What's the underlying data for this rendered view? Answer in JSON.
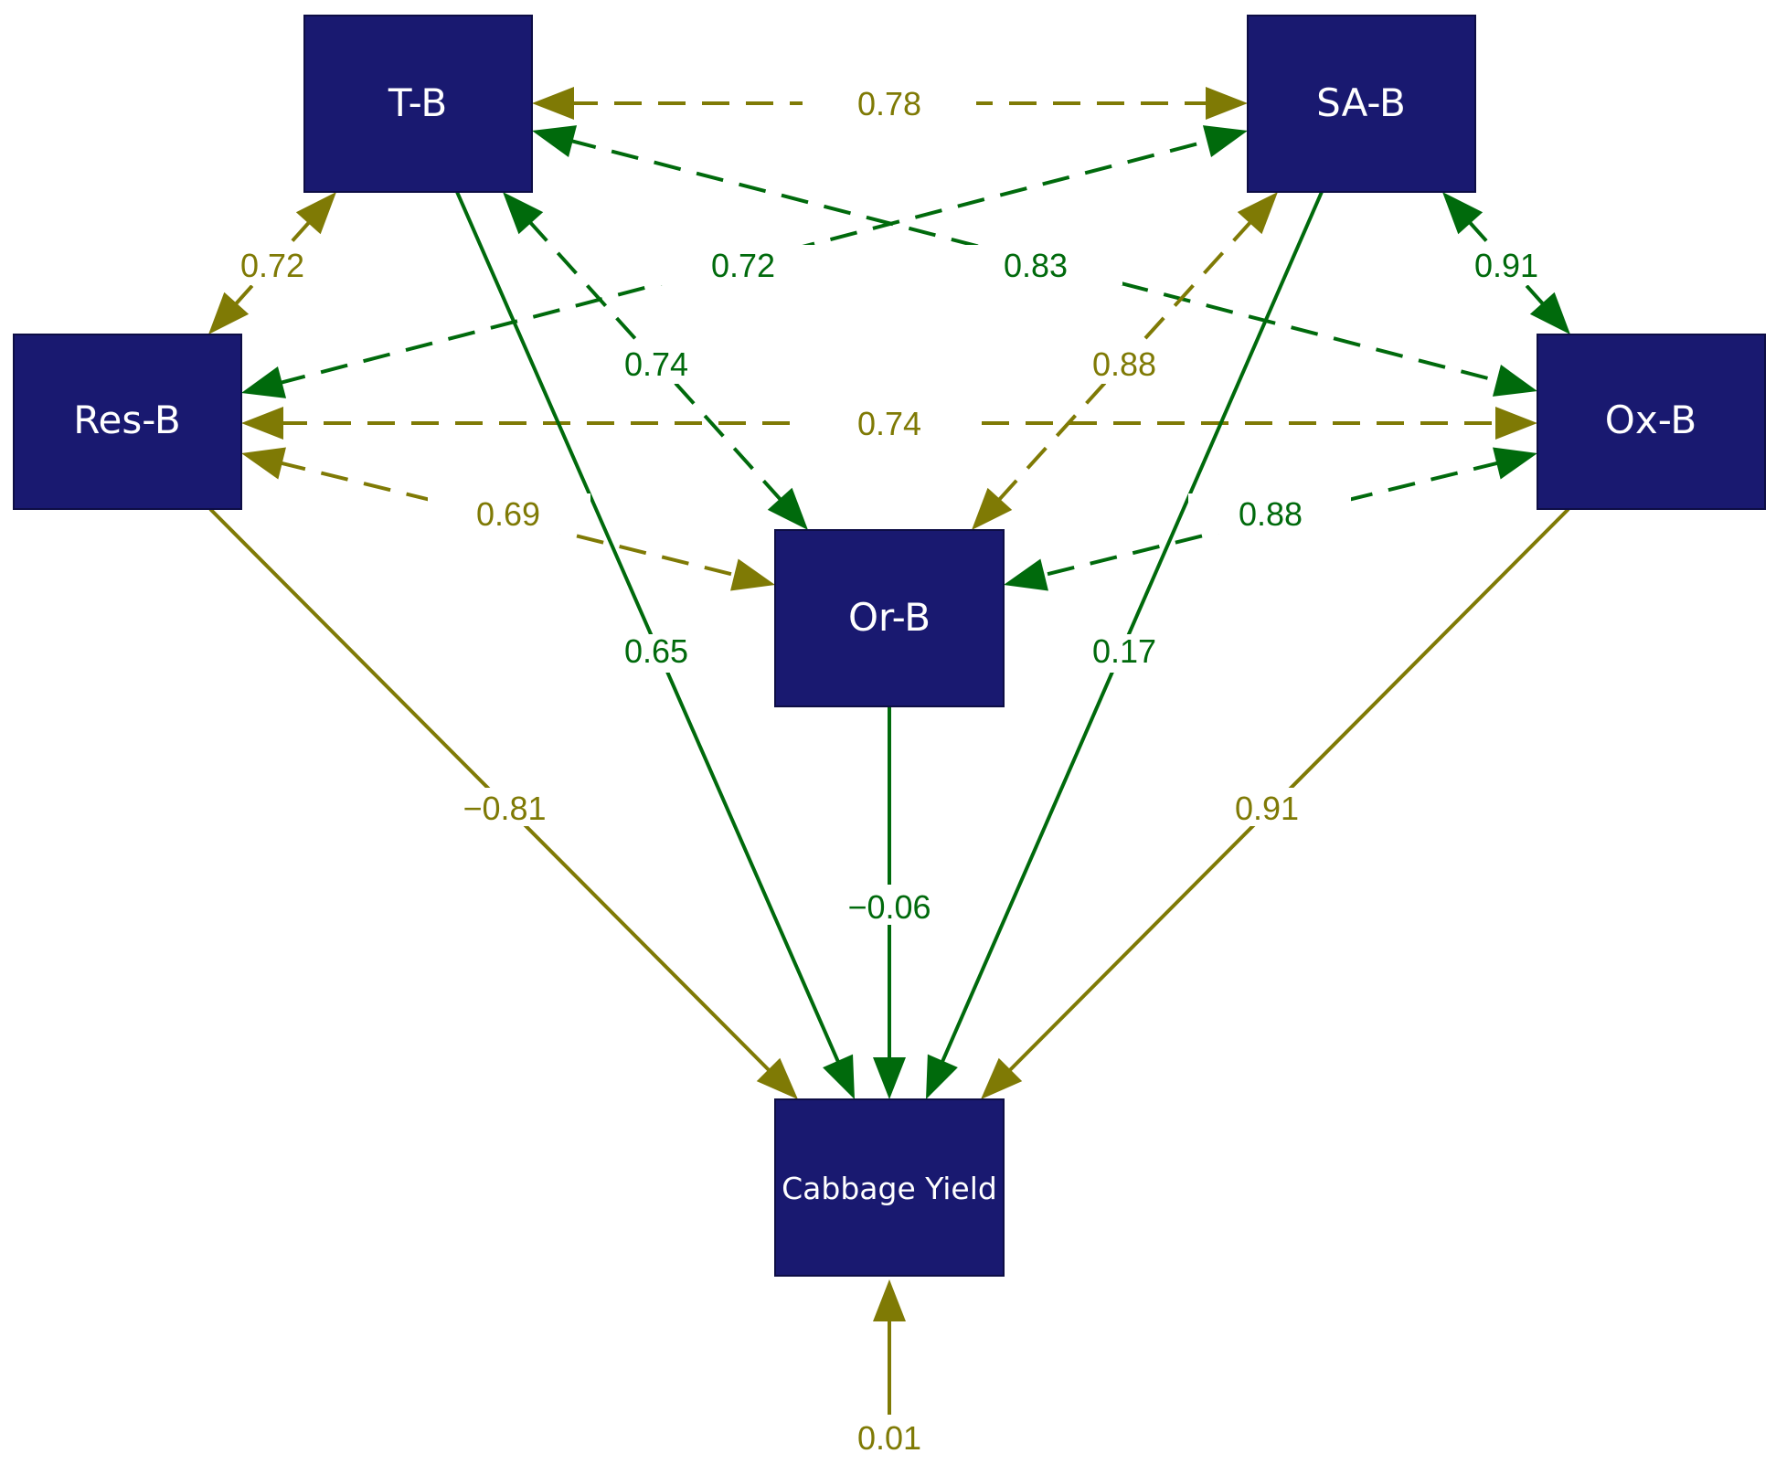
{
  "colors": {
    "node_fill": "#191970",
    "node_stroke": "#0d0d45",
    "node_text": "#ffffff",
    "olive": "#7f7a05",
    "green": "#006a0c",
    "background": "#ffffff"
  },
  "nodes": {
    "tb": "T-B",
    "sab": "SA-B",
    "resb": "Res-B",
    "oxb": "Ox-B",
    "orb": "Or-B",
    "cy": "Cabbage Yield"
  },
  "edges": {
    "tb_sab": {
      "label": "0.78",
      "color": "olive",
      "style": "dashed",
      "heads": "both"
    },
    "tb_oxb": {
      "label": "0.83",
      "color": "green",
      "style": "dashed",
      "heads": "both"
    },
    "resb_sab": {
      "label": "0.72",
      "color": "green",
      "style": "dashed",
      "heads": "both"
    },
    "tb_resb": {
      "label": "0.72",
      "color": "olive",
      "style": "dashed",
      "heads": "both"
    },
    "sab_oxb": {
      "label": "0.91",
      "color": "green",
      "style": "dashed",
      "heads": "both"
    },
    "tb_orb": {
      "label": "0.74",
      "color": "green",
      "style": "dashed",
      "heads": "both"
    },
    "sab_orb": {
      "label": "0.88",
      "color": "olive",
      "style": "dashed",
      "heads": "both"
    },
    "resb_oxb": {
      "label": "0.74",
      "color": "olive",
      "style": "dashed",
      "heads": "both"
    },
    "resb_orb": {
      "label": "0.69",
      "color": "olive",
      "style": "dashed",
      "heads": "both"
    },
    "oxb_orb": {
      "label": "0.88",
      "color": "green",
      "style": "dashed",
      "heads": "both"
    },
    "resb_cy": {
      "label": "−0.81",
      "color": "olive",
      "style": "solid",
      "heads": "end"
    },
    "tb_cy": {
      "label": "0.65",
      "color": "green",
      "style": "solid",
      "heads": "end"
    },
    "orb_cy": {
      "label": "−0.06",
      "color": "green",
      "style": "solid",
      "heads": "end"
    },
    "sab_cy": {
      "label": "0.17",
      "color": "green",
      "style": "solid",
      "heads": "end"
    },
    "oxb_cy": {
      "label": "0.91",
      "color": "olive",
      "style": "solid",
      "heads": "end"
    },
    "residual_cy": {
      "label": "0.01",
      "color": "olive",
      "style": "solid",
      "heads": "end"
    }
  }
}
